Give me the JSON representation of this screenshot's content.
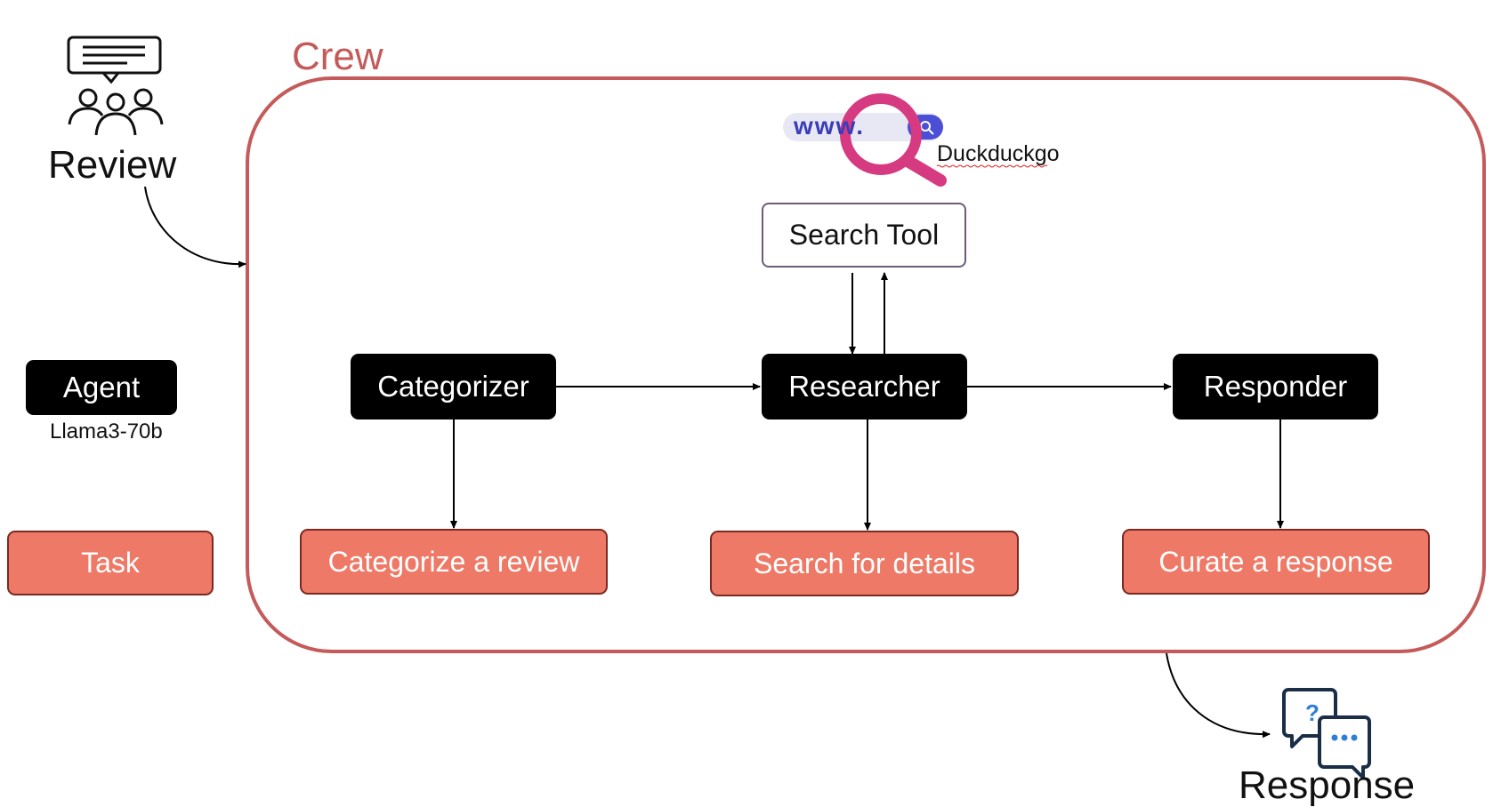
{
  "review": {
    "label": "Review",
    "icon": "review-people-icon"
  },
  "crew": {
    "label": "Crew",
    "color": "#c55a5a"
  },
  "search_badge": {
    "url_text": "www.",
    "engine_label": "Duckduckgo",
    "icon": "magnifier-icon",
    "accent": "#d63a80"
  },
  "search_tool": {
    "label": "Search Tool"
  },
  "legend": {
    "agent_label": "Agent",
    "model_label": "Llama3-70b",
    "task_label": "Task"
  },
  "agents": [
    {
      "label": "Categorizer"
    },
    {
      "label": "Researcher"
    },
    {
      "label": "Responder"
    }
  ],
  "tasks": [
    {
      "label": "Categorize a review"
    },
    {
      "label": "Search for details"
    },
    {
      "label": "Curate a response"
    }
  ],
  "response": {
    "label": "Response",
    "icon": "chat-bubbles-icon"
  },
  "colors": {
    "agent_bg": "#000000",
    "task_bg": "#ee7966",
    "task_border": "#7a2a22",
    "crew_border": "#c55a5a"
  }
}
